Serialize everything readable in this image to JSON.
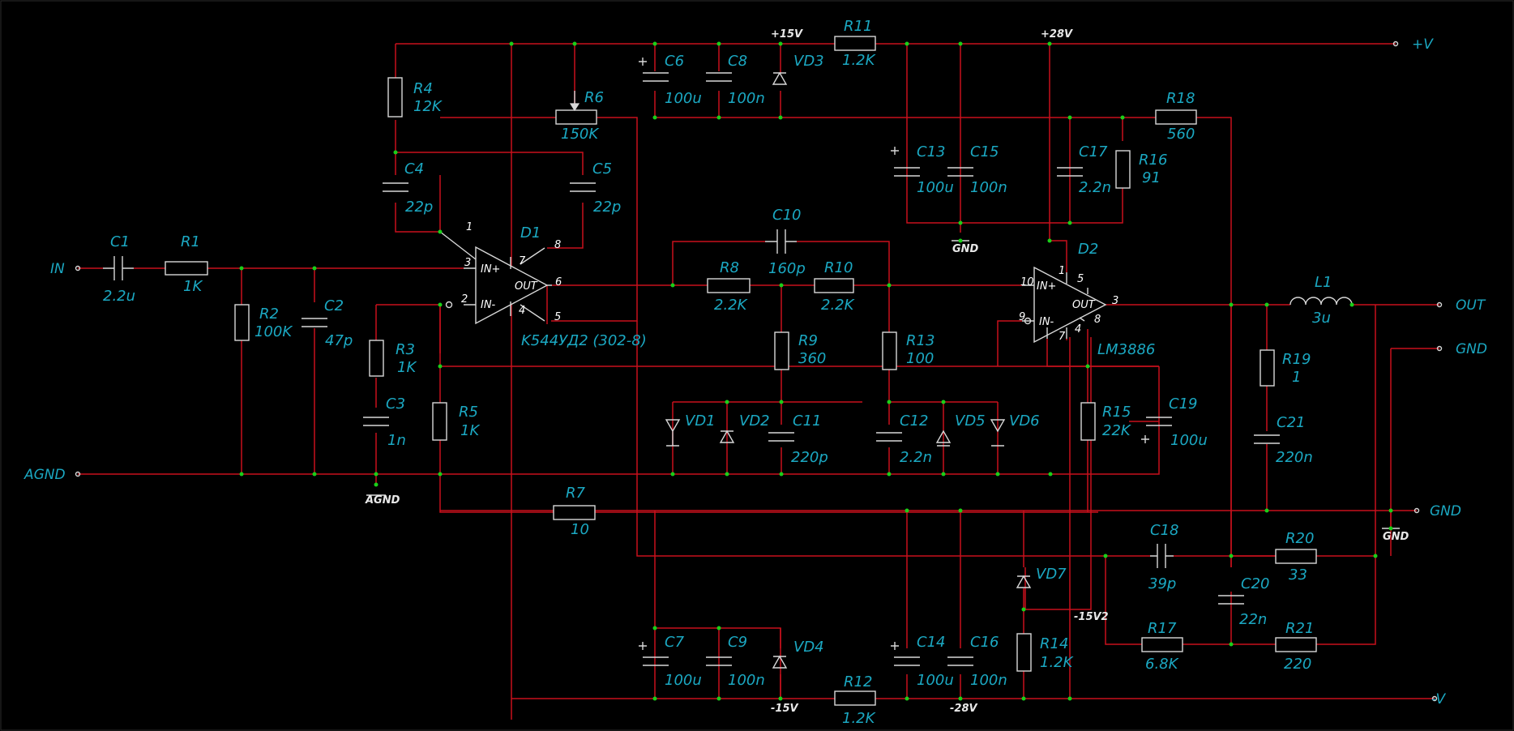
{
  "ports": {
    "in": "IN",
    "agnd": "AGND",
    "plus_v": "+V",
    "out": "OUT",
    "gnd_top": "GND",
    "gnd_mid": "GND",
    "minus_v": "-V"
  },
  "nets": {
    "p15": "+15V",
    "p28": "+28V",
    "m15": "-15V",
    "m28": "-28V",
    "m15v2": "-15V2",
    "gnd_c13": "GND",
    "agnd_sym": "AGND",
    "gnd_right": "GND"
  },
  "ics": {
    "d1": {
      "ref": "D1",
      "part": "K544УД2 (302-8)",
      "in_plus": "IN+",
      "in_minus": "IN-",
      "out": "OUT",
      "pins": [
        "1",
        "3",
        "2",
        "7",
        "8",
        "6",
        "4",
        "5"
      ]
    },
    "d2": {
      "ref": "D2",
      "part": "LM3886",
      "in_plus": "IN+",
      "in_minus": "IN-",
      "out": "OUT",
      "pins": [
        "1",
        "5",
        "10",
        "9",
        "3",
        "8",
        "4",
        "7"
      ]
    }
  },
  "resistors": {
    "r1": {
      "ref": "R1",
      "value": "1K"
    },
    "r2": {
      "ref": "R2",
      "value": "100K"
    },
    "r3": {
      "ref": "R3",
      "value": "1K"
    },
    "r4": {
      "ref": "R4",
      "value": "12K"
    },
    "r5": {
      "ref": "R5",
      "value": "1K"
    },
    "r6": {
      "ref": "R6",
      "value": "150K"
    },
    "r7": {
      "ref": "R7",
      "value": "10"
    },
    "r8": {
      "ref": "R8",
      "value": "2.2K"
    },
    "r9": {
      "ref": "R9",
      "value": "360"
    },
    "r10": {
      "ref": "R10",
      "value": "2.2K"
    },
    "r11": {
      "ref": "R11",
      "value": "1.2K"
    },
    "r12": {
      "ref": "R12",
      "value": "1.2K"
    },
    "r13": {
      "ref": "R13",
      "value": "100"
    },
    "r14": {
      "ref": "R14",
      "value": "1.2K"
    },
    "r15": {
      "ref": "R15",
      "value": "22K"
    },
    "r16": {
      "ref": "R16",
      "value": "91"
    },
    "r17": {
      "ref": "R17",
      "value": "6.8K"
    },
    "r18": {
      "ref": "R18",
      "value": "560"
    },
    "r19": {
      "ref": "R19",
      "value": "1"
    },
    "r20": {
      "ref": "R20",
      "value": "33"
    },
    "r21": {
      "ref": "R21",
      "value": "220"
    }
  },
  "capacitors": {
    "c1": {
      "ref": "C1",
      "value": "2.2u"
    },
    "c2": {
      "ref": "C2",
      "value": "47p"
    },
    "c3": {
      "ref": "C3",
      "value": "1n"
    },
    "c4": {
      "ref": "C4",
      "value": "22p"
    },
    "c5": {
      "ref": "C5",
      "value": "22p"
    },
    "c6": {
      "ref": "C6",
      "value": "100u"
    },
    "c7": {
      "ref": "C7",
      "value": "100u"
    },
    "c8": {
      "ref": "C8",
      "value": "100n"
    },
    "c9": {
      "ref": "C9",
      "value": "100n"
    },
    "c10": {
      "ref": "C10",
      "value": "160p"
    },
    "c11": {
      "ref": "C11",
      "value": "220p"
    },
    "c12": {
      "ref": "C12",
      "value": "2.2n"
    },
    "c13": {
      "ref": "C13",
      "value": "100u"
    },
    "c14": {
      "ref": "C14",
      "value": "100u"
    },
    "c15": {
      "ref": "C15",
      "value": "100n"
    },
    "c16": {
      "ref": "C16",
      "value": "100n"
    },
    "c17": {
      "ref": "C17",
      "value": "2.2n"
    },
    "c18": {
      "ref": "C18",
      "value": "39p"
    },
    "c19": {
      "ref": "C19",
      "value": "100u"
    },
    "c20": {
      "ref": "C20",
      "value": "22n"
    },
    "c21": {
      "ref": "C21",
      "value": "220n"
    }
  },
  "diodes": {
    "vd1": "VD1",
    "vd2": "VD2",
    "vd3": "VD3",
    "vd4": "VD4",
    "vd5": "VD5",
    "vd6": "VD6",
    "vd7": "VD7"
  },
  "inductor": {
    "ref": "L1",
    "value": "3u"
  },
  "colors": {
    "background": "#000000",
    "wire": "#c8101c",
    "label": "#1ba8c2",
    "junction": "#19d019",
    "component": "#d8d8d8"
  }
}
